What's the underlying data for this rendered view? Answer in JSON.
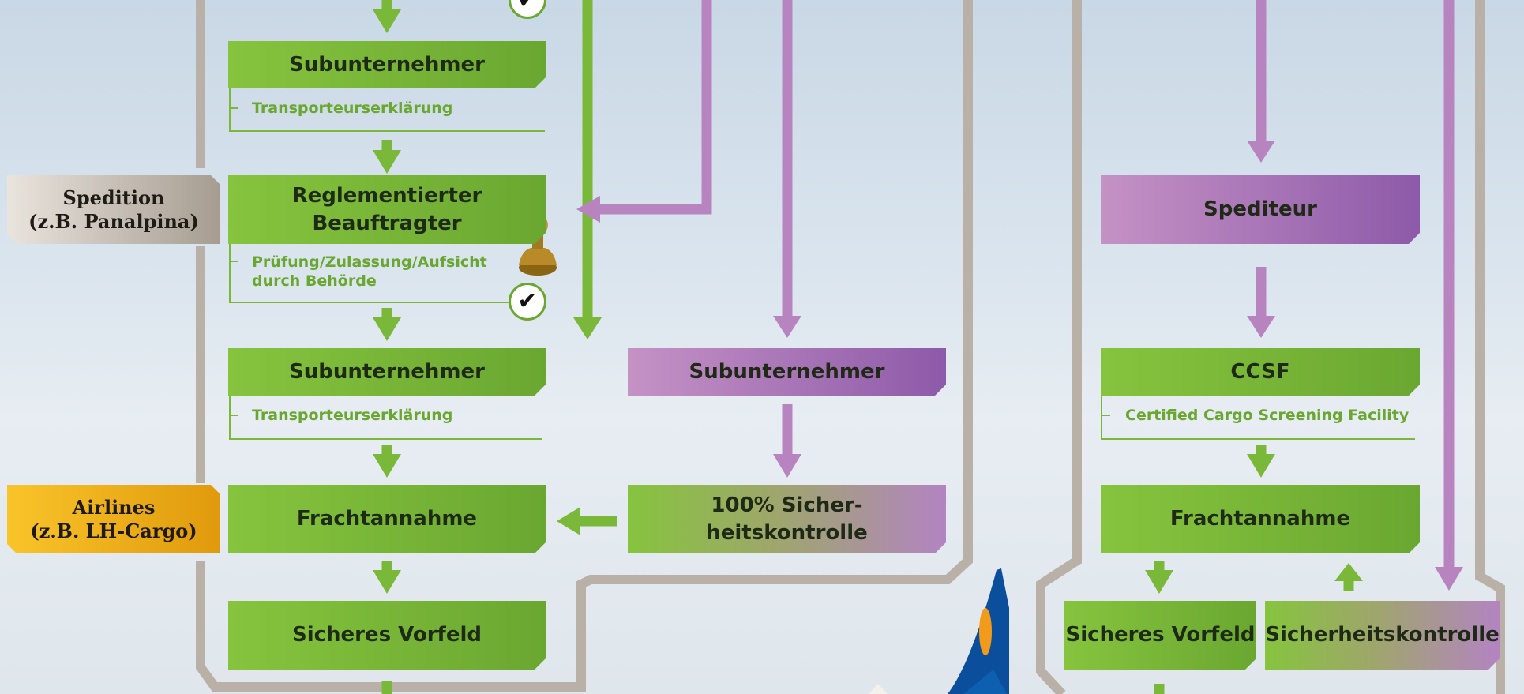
{
  "labels": {
    "spedition": "Spedition\n(z.B. Panalpina)",
    "airlines": "Airlines\n(z.B. LH-Cargo)"
  },
  "left": {
    "sub1": {
      "title": "Subunternehmer",
      "note": "Transporteurserklärung"
    },
    "reg": {
      "title": "Reglementierter\nBeauftragter",
      "note": "Prüfung/Zulassung/Aufsicht\ndurch Behörde"
    },
    "sub2": {
      "title": "Subunternehmer",
      "note": "Transporteurserklärung"
    },
    "fracht": {
      "title": "Frachtannahme"
    },
    "vorfeld": {
      "title": "Sicheres Vorfeld"
    }
  },
  "middle": {
    "sub": {
      "title": "Subunternehmer"
    },
    "kontrolle": {
      "title": "100% Sicher-\nheitskontrolle"
    }
  },
  "right": {
    "spediteur": {
      "title": "Spediteur"
    },
    "ccsf": {
      "title": "CCSF",
      "note": "Certified Cargo Screening Facility"
    },
    "fracht": {
      "title": "Frachtannahme"
    },
    "vorfeld": {
      "title": "Sicheres Vorfeld"
    },
    "kontrolle": {
      "title": "Sicherheitskontrolle"
    }
  },
  "icons": {
    "check": "✔"
  },
  "colors": {
    "green": "#7ab83a",
    "purple": "#b884c0",
    "grey_frame": "#b9b1a8",
    "gold": "#f2b21b"
  }
}
